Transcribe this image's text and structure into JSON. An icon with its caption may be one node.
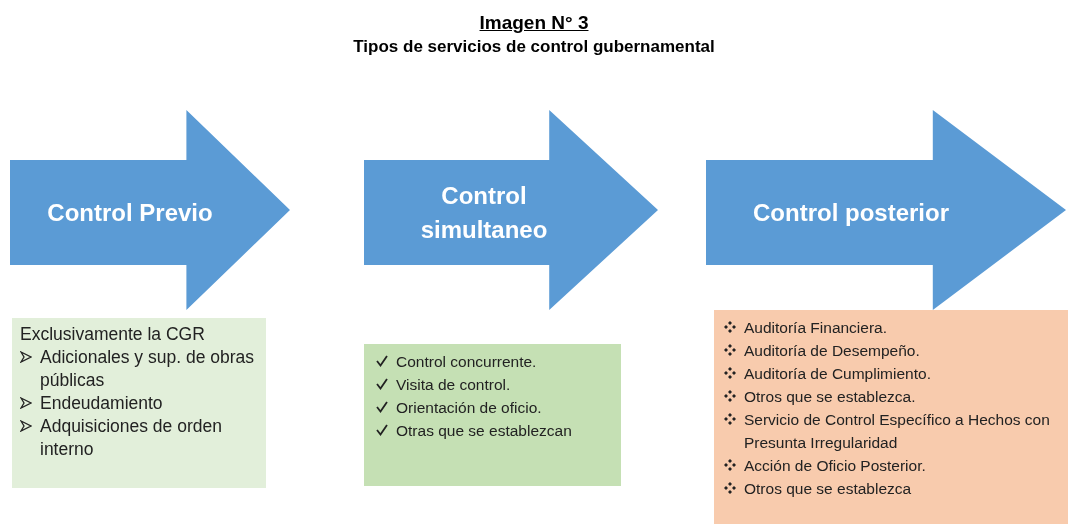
{
  "diagram": {
    "title": "Imagen N° 3",
    "nodes": [
      {
        "text": [
          "Control Previo"
        ]
      },
      {
        "text": [
          "Control simultaneo"
        ]
      },
      {
        "text": [
          "Control posterior"
        ]
      },
      {
        "text": [
          "Exclusivamente la CGR",
          "Adicionales y sup. de obras públicas",
          "Endeudamiento",
          "Adquisiciones de orden interno"
        ]
      },
      {
        "text": [
          "Control concurrente.",
          "Visita de control.",
          "Orientación de oficio.",
          "Otras que se establezcan"
        ]
      },
      {
        "text": [
          "Auditoría Financiera.",
          "Auditoría de Desempeño.",
          "Auditoría de Cumplimiento.",
          "Otros que se establezca.",
          "Servicio de Control Específico a Hechos con Presunta Irregularidad",
          "Acción de Oficio Posterior.",
          "Otros que se establezca"
        ]
      }
    ],
    "labels": [
      "Tipos de servicios de control gubernamental"
    ]
  }
}
